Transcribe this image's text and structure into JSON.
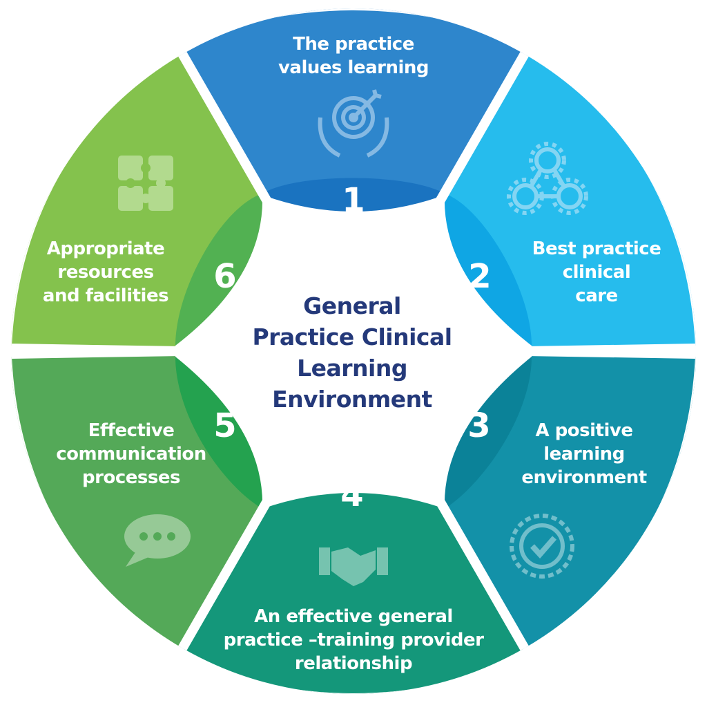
{
  "center": {
    "lines": [
      "General",
      "Practice Clinical",
      "Learning",
      "Environment"
    ],
    "color": "#24397a"
  },
  "segments": [
    {
      "number": "1",
      "label": [
        "The practice",
        "values learning"
      ],
      "icon": "target-in-hands-icon",
      "color": "#2e86cc",
      "accent": "#1a73c0"
    },
    {
      "number": "2",
      "label": [
        "Best practice",
        "clinical",
        "care"
      ],
      "icon": "gears-network-icon",
      "color": "#26bced",
      "accent": "#0fa6e4"
    },
    {
      "number": "3",
      "label": [
        "A positive",
        "learning",
        "environment"
      ],
      "icon": "badge-check-icon",
      "color": "#1391a8",
      "accent": "#0b8298"
    },
    {
      "number": "4",
      "label": [
        "An effective general",
        "practice –training provider",
        "relationship"
      ],
      "icon": "handshake-icon",
      "color": "#14977a",
      "accent": "#0d8a6c"
    },
    {
      "number": "5",
      "label": [
        "Effective",
        "communication",
        "processes"
      ],
      "icon": "chat-bubble-icon",
      "color": "#54a958",
      "accent": "#24a24f"
    },
    {
      "number": "6",
      "label": [
        "Appropriate",
        "resources",
        "and facilities"
      ],
      "icon": "puzzle-icon",
      "color": "#84c24d",
      "accent": "#52b152"
    }
  ]
}
